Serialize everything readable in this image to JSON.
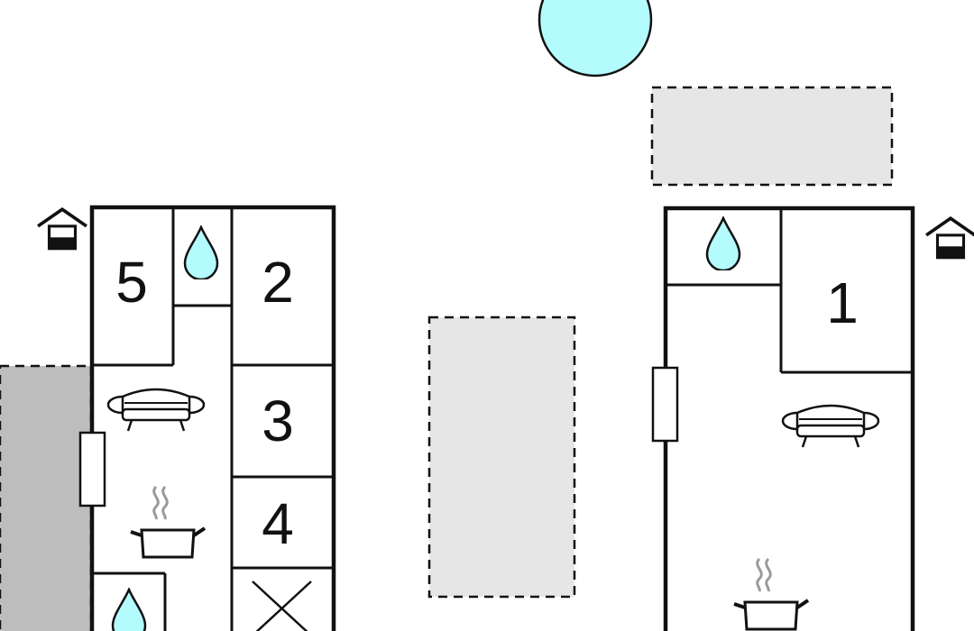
{
  "plan": {
    "colors": {
      "wall": "#111111",
      "pool": "#b3fbfd",
      "water": "#b3fbfd",
      "terrace_light": "#e6e6e6",
      "terrace_dark": "#bdbdbd",
      "steam": "#9a9a9a"
    },
    "pool": {
      "icon": "pool-circle"
    },
    "terraces": [
      {
        "name": "terrace-top-right",
        "shade": "light"
      },
      {
        "name": "terrace-center",
        "shade": "light"
      },
      {
        "name": "terrace-left",
        "shade": "dark"
      }
    ],
    "left_house": {
      "entrance_icon": "house-entrance-icon",
      "rooms": [
        {
          "label": "5",
          "type": "bedroom"
        },
        {
          "label": "2",
          "type": "bedroom"
        },
        {
          "label": "3",
          "type": "bedroom"
        },
        {
          "label": "4",
          "type": "bedroom"
        }
      ],
      "icons": [
        "water-drop-icon",
        "sofa-icon",
        "cooking-pot-icon",
        "water-drop-icon",
        "x-box-icon"
      ]
    },
    "right_house": {
      "entrance_icon": "house-entrance-icon",
      "rooms": [
        {
          "label": "1",
          "type": "bedroom"
        }
      ],
      "icons": [
        "water-drop-icon",
        "sofa-icon",
        "cooking-pot-icon"
      ]
    }
  }
}
